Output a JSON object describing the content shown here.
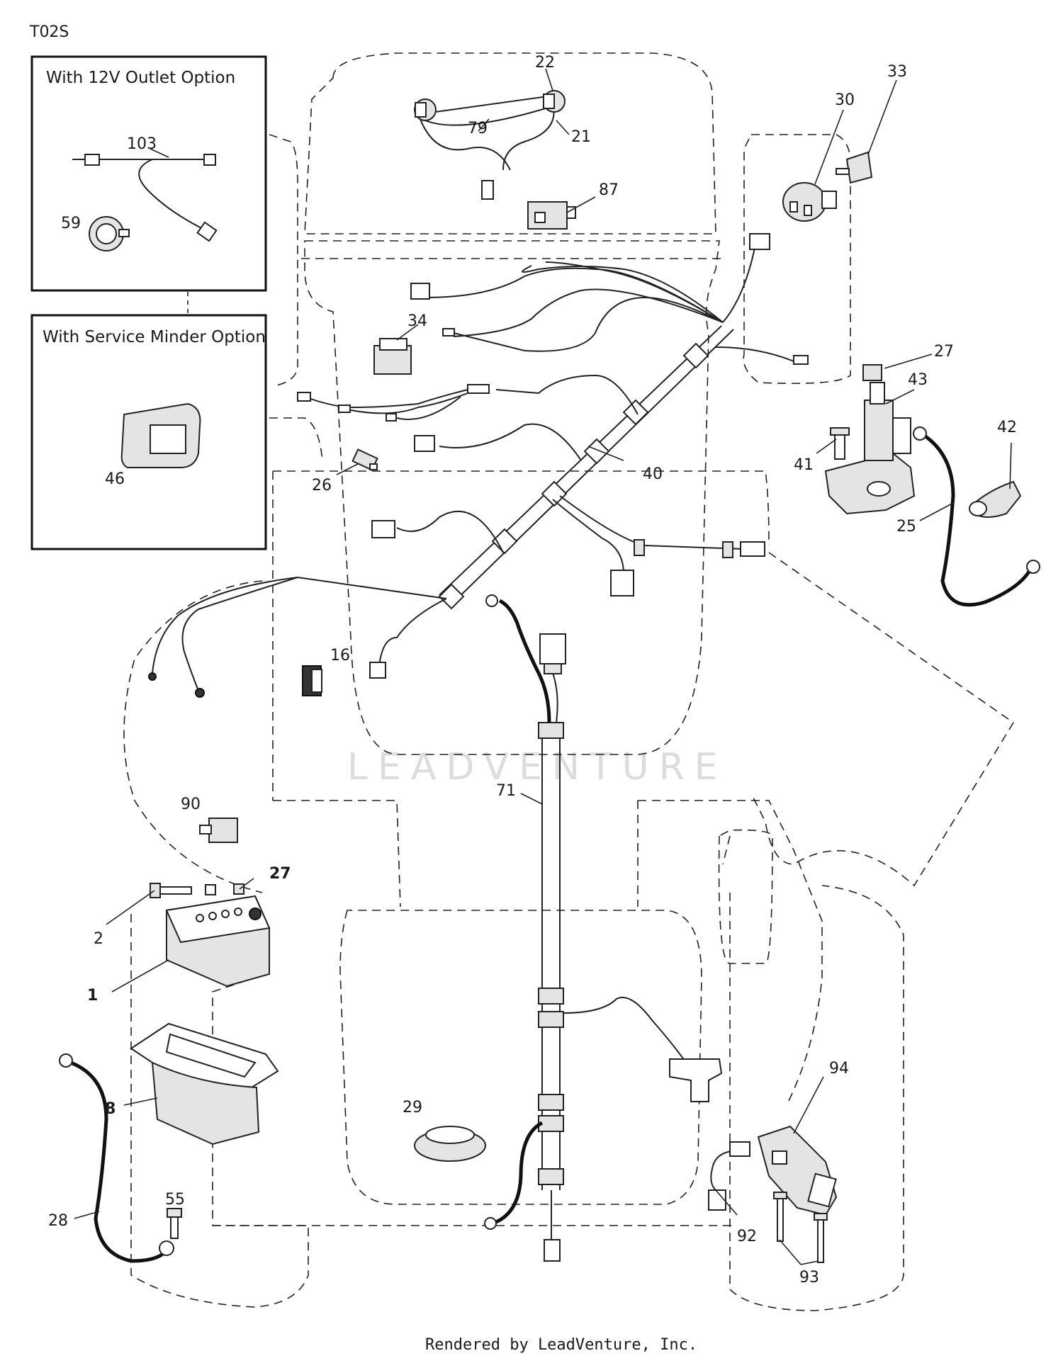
{
  "diagram_code": "T02S",
  "insets": [
    {
      "title": "With 12V Outlet Option"
    },
    {
      "title": "With Service Minder Option"
    }
  ],
  "callouts": {
    "c1": "1",
    "c2": "2",
    "c8": "8",
    "c16": "16",
    "c21": "21",
    "c22": "22",
    "c25": "25",
    "c26": "26",
    "c27a": "27",
    "c27b": "27",
    "c28": "28",
    "c29": "29",
    "c30": "30",
    "c33": "33",
    "c34": "34",
    "c40": "40",
    "c41": "41",
    "c42": "42",
    "c43": "43",
    "c46": "46",
    "c55": "55",
    "c59": "59",
    "c71": "71",
    "c79": "79",
    "c87": "87",
    "c90": "90",
    "c92": "92",
    "c93": "93",
    "c94": "94",
    "c103": "103"
  },
  "watermark": "LEADVENTURE",
  "footer": "Rendered by LeadVenture, Inc."
}
